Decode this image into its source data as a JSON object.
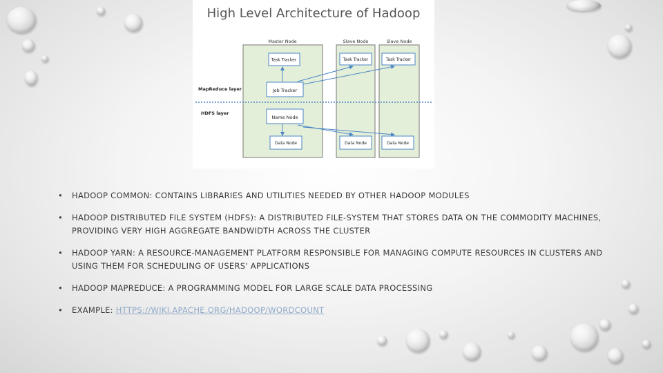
{
  "diagram": {
    "title": "High Level Architecture of Hadoop",
    "columns": {
      "master": "Master Node",
      "slave1": "Slave Node",
      "slave2": "Slave Node"
    },
    "layers": {
      "mapreduce": "MapReduce layer",
      "hdfs": "HDFS layer"
    },
    "nodes": {
      "master_tasktracker": "Task Tracker",
      "slave1_tasktracker": "Task Tracker",
      "slave2_tasktracker": "Task Tracker",
      "jobtracker": "Job Tracker",
      "namenode": "Name Node",
      "master_datanode": "Data Node",
      "slave1_datanode": "Data Node",
      "slave2_datanode": "Data Node"
    }
  },
  "bullets": [
    {
      "text": "Hadoop Common: contains libraries and utilities needed by other Hadoop modules"
    },
    {
      "text": "Hadoop Distributed File System (HDFS): a distributed file-system that stores data on the commodity machines, providing very high aggregate bandwidth across the cluster"
    },
    {
      "text": "Hadoop YARN: a resource-management platform responsible for managing compute resources in clusters and using them for scheduling of users' applications"
    },
    {
      "text": "Hadoop MapReduce: a programming model for large scale data processing"
    },
    {
      "text": "Example: ",
      "link": "https://wiki.apache.org/hadoop/WordCount"
    }
  ],
  "bullet_symbol": "•",
  "colors": {
    "panel_green": "#e4efd9",
    "arrow_blue": "#4a86c5",
    "link": "#8fa8c8"
  }
}
